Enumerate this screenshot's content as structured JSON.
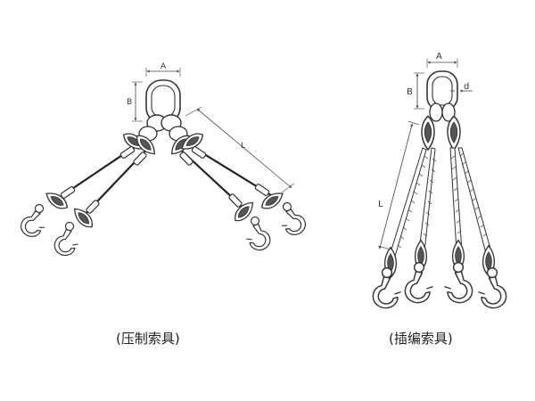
{
  "left_figure": {
    "caption": "(压制索具)",
    "dims": {
      "a": "A",
      "b": "B",
      "l": "L"
    }
  },
  "right_figure": {
    "caption": "(插编索具)",
    "dims": {
      "a": "A",
      "b": "B",
      "d": "d",
      "l": "L"
    }
  }
}
